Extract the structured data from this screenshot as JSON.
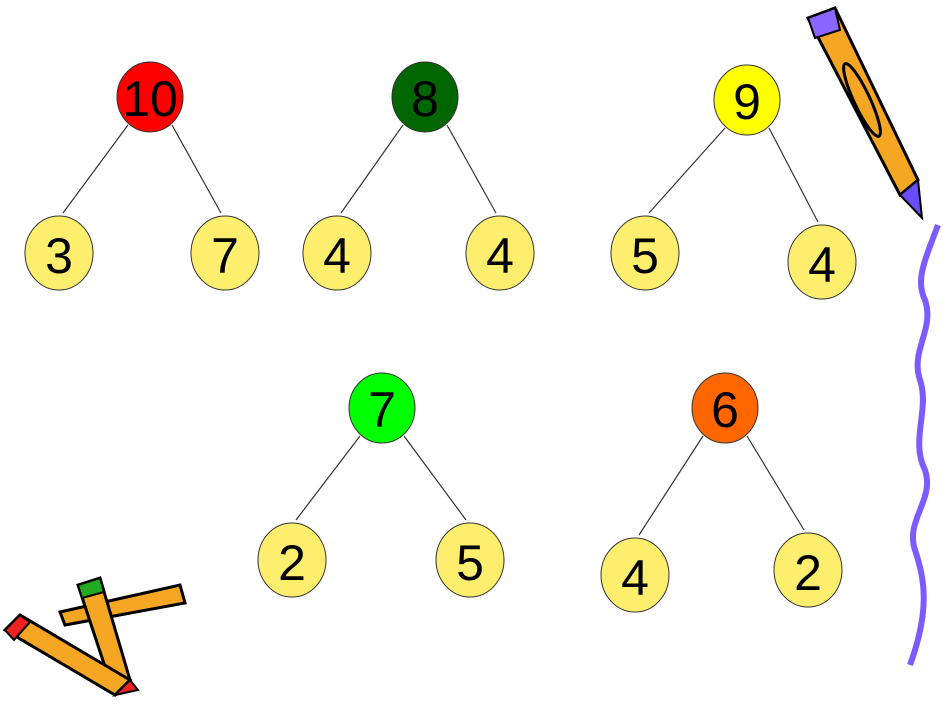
{
  "colors": {
    "child": "#fdee6e",
    "line": "#333333",
    "squiggle": "#7b5cff"
  },
  "trees": [
    {
      "whole": "10",
      "color": "#ff0000",
      "parts": [
        "3",
        "7"
      ]
    },
    {
      "whole": "8",
      "color": "#006600",
      "parts": [
        "4",
        "4"
      ]
    },
    {
      "whole": "9",
      "color": "#ffff00",
      "parts": [
        "5",
        "4"
      ]
    },
    {
      "whole": "7",
      "color": "#00ff00",
      "parts": [
        "2",
        "5"
      ]
    },
    {
      "whole": "6",
      "color": "#ff6600",
      "parts": [
        "4",
        "2"
      ]
    }
  ],
  "icons": [
    "pencil-icon",
    "crayons-icon",
    "squiggle-line"
  ]
}
